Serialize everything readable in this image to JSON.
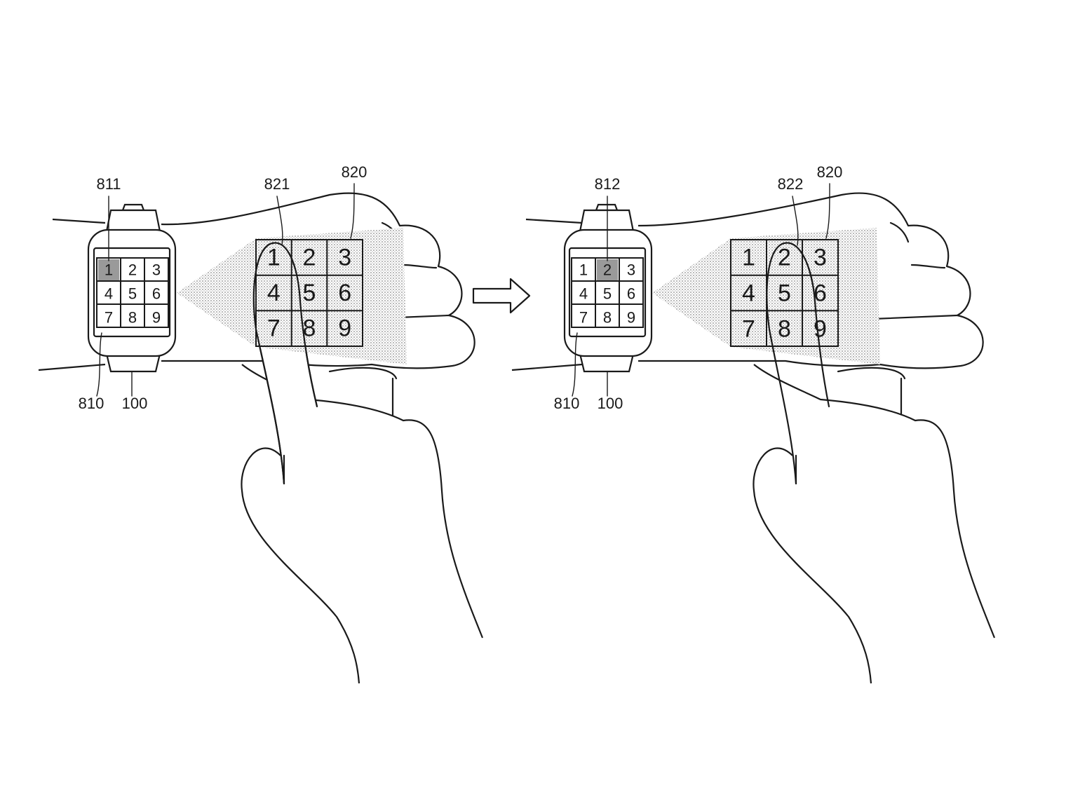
{
  "left_panel": {
    "labels": {
      "watch_key": "811",
      "watch_screen": "810",
      "device": "100",
      "touch_point": "821",
      "projection": "820"
    },
    "keys": [
      "1",
      "2",
      "3",
      "4",
      "5",
      "6",
      "7",
      "8",
      "9"
    ],
    "highlighted_key_index": 0
  },
  "right_panel": {
    "labels": {
      "watch_key": "812",
      "watch_screen": "810",
      "device": "100",
      "touch_point": "822",
      "projection": "820"
    },
    "keys": [
      "1",
      "2",
      "3",
      "4",
      "5",
      "6",
      "7",
      "8",
      "9"
    ],
    "highlighted_key_index": 1
  },
  "transition_arrow": "right-arrow-icon",
  "colors": {
    "ink": "#1a1a1a",
    "highlight": "#9a9a9a",
    "projection": "#d8d8d8"
  }
}
